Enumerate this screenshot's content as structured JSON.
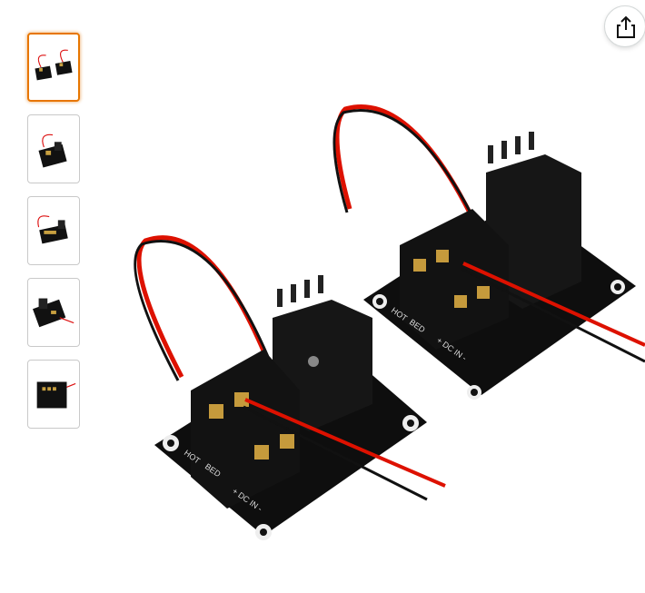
{
  "gallery": {
    "thumbnails": [
      {
        "alt": "two-boards",
        "selected": true
      },
      {
        "alt": "board-angle",
        "selected": false
      },
      {
        "alt": "board-side",
        "selected": false
      },
      {
        "alt": "board-heatsink",
        "selected": false
      },
      {
        "alt": "board-top",
        "selected": false
      }
    ]
  },
  "share": {
    "icon": "share-icon"
  },
  "main_image": {
    "board_labels": {
      "hot": "HOT",
      "bed": "BED",
      "dc": "+ DC IN -"
    }
  }
}
